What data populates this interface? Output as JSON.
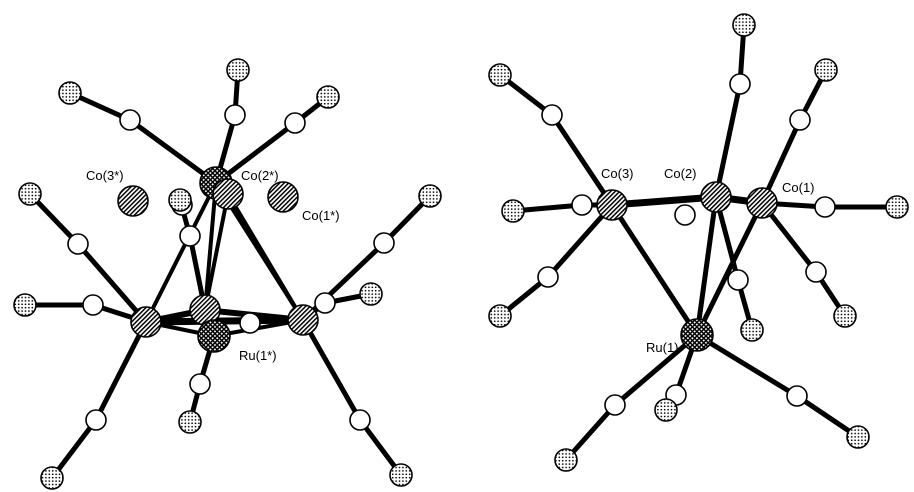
{
  "figure": {
    "left_structure": {
      "labels": [
        {
          "id": "co3s",
          "text": "Co(3*)"
        },
        {
          "id": "co2s",
          "text": "Co(2*)"
        },
        {
          "id": "co1s",
          "text": "Co(1*)"
        },
        {
          "id": "ru1s",
          "text": "Ru(1*)"
        }
      ]
    },
    "right_structure": {
      "labels": [
        {
          "id": "co3",
          "text": "Co(3)"
        },
        {
          "id": "co2",
          "text": "Co(2)"
        },
        {
          "id": "co1",
          "text": "Co(1)"
        },
        {
          "id": "ru1",
          "text": "Ru(1)"
        }
      ]
    }
  }
}
